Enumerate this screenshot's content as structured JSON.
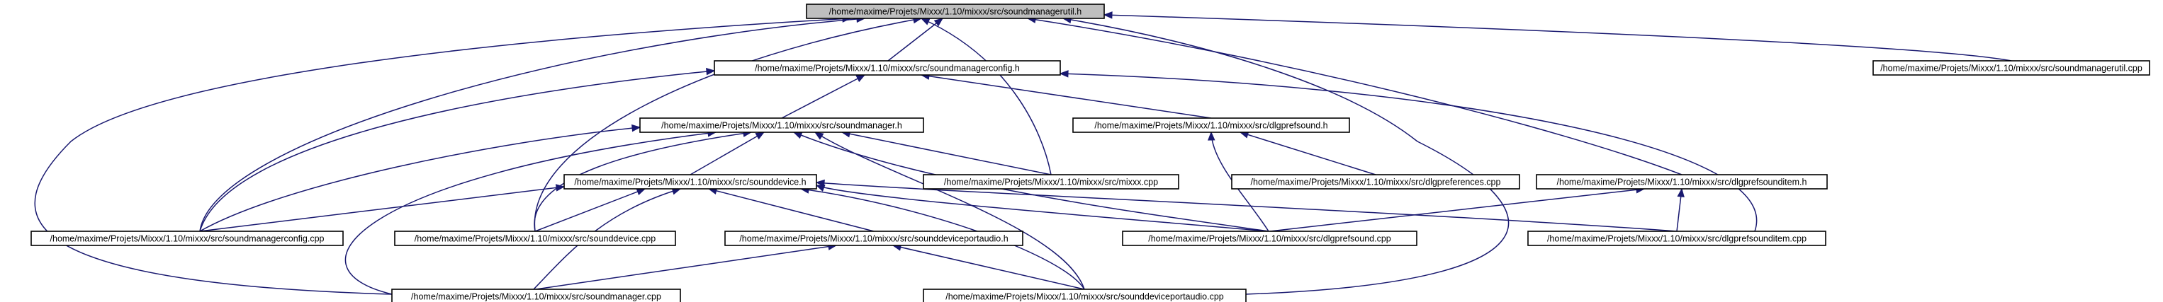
{
  "diagram": {
    "nodes": {
      "n0": "/home/maxime/Projets/Mixxx/1.10/mixxx/src/soundmanagerutil.h",
      "n1": "/home/maxime/Projets/Mixxx/1.10/mixxx/src/soundmanagerconfig.h",
      "n2": "/home/maxime/Projets/Mixxx/1.10/mixxx/src/soundmanagerutil.cpp",
      "n3": "/home/maxime/Projets/Mixxx/1.10/mixxx/src/soundmanager.h",
      "n4": "/home/maxime/Projets/Mixxx/1.10/mixxx/src/dlgprefsound.h",
      "n5": "/home/maxime/Projets/Mixxx/1.10/mixxx/src/sounddevice.h",
      "n6": "/home/maxime/Projets/Mixxx/1.10/mixxx/src/mixxx.cpp",
      "n7": "/home/maxime/Projets/Mixxx/1.10/mixxx/src/dlgpreferences.cpp",
      "n8": "/home/maxime/Projets/Mixxx/1.10/mixxx/src/dlgprefsounditem.h",
      "n9": "/home/maxime/Projets/Mixxx/1.10/mixxx/src/soundmanagerconfig.cpp",
      "n10": "/home/maxime/Projets/Mixxx/1.10/mixxx/src/sounddevice.cpp",
      "n11": "/home/maxime/Projets/Mixxx/1.10/mixxx/src/sounddeviceportaudio.h",
      "n12": "/home/maxime/Projets/Mixxx/1.10/mixxx/src/dlgprefsound.cpp",
      "n13": "/home/maxime/Projets/Mixxx/1.10/mixxx/src/dlgprefsounditem.cpp",
      "n14": "/home/maxime/Projets/Mixxx/1.10/mixxx/src/soundmanager.cpp",
      "n15": "/home/maxime/Projets/Mixxx/1.10/mixxx/src/sounddeviceportaudio.cpp"
    },
    "root": "n0",
    "edges": [
      [
        "n1",
        "n0"
      ],
      [
        "n2",
        "n0"
      ],
      [
        "n3",
        "n1"
      ],
      [
        "n4",
        "n1"
      ],
      [
        "n9",
        "n1"
      ],
      [
        "n13",
        "n1"
      ],
      [
        "n5",
        "n3"
      ],
      [
        "n6",
        "n3"
      ],
      [
        "n9",
        "n3"
      ],
      [
        "n10",
        "n3"
      ],
      [
        "n12",
        "n3"
      ],
      [
        "n14",
        "n3"
      ],
      [
        "n15",
        "n3"
      ],
      [
        "n7",
        "n4"
      ],
      [
        "n12",
        "n4"
      ],
      [
        "n9",
        "n5"
      ],
      [
        "n10",
        "n5"
      ],
      [
        "n11",
        "n5"
      ],
      [
        "n12",
        "n5"
      ],
      [
        "n13",
        "n5"
      ],
      [
        "n14",
        "n5"
      ],
      [
        "n15",
        "n5"
      ],
      [
        "n12",
        "n8"
      ],
      [
        "n13",
        "n8"
      ],
      [
        "n14",
        "n11"
      ],
      [
        "n15",
        "n11"
      ],
      [
        "n6",
        "n0"
      ],
      [
        "n8",
        "n0"
      ],
      [
        "n9",
        "n0"
      ],
      [
        "n10",
        "n0"
      ],
      [
        "n14",
        "n0"
      ],
      [
        "n15",
        "n0"
      ]
    ]
  }
}
